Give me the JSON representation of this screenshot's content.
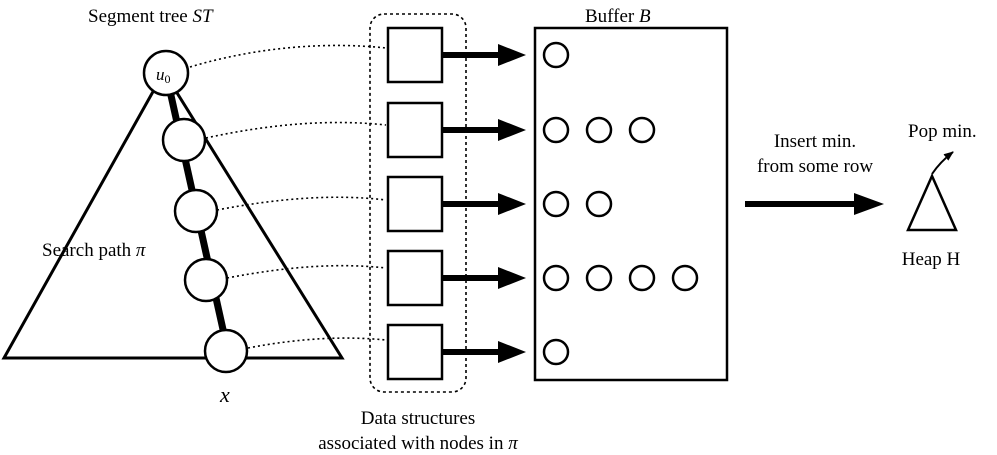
{
  "colors": {
    "stroke": "#000000",
    "background": "#ffffff"
  },
  "segment_tree": {
    "title_prefix": "Segment tree ",
    "title_symbol": "ST",
    "root_label": "u",
    "root_subscript": "0",
    "search_path_prefix": "Search path ",
    "search_path_symbol": "π",
    "leaf_label": "x",
    "path_node_count": 5
  },
  "data_structures": {
    "label_line1": "Data structures",
    "label_line2_prefix": "associated with nodes in ",
    "label_line2_symbol": "π",
    "box_count": 5
  },
  "buffer": {
    "title_prefix": "Buffer ",
    "title_symbol": "B",
    "row_counts": [
      1,
      3,
      2,
      4,
      1
    ]
  },
  "insert_arrow": {
    "label_line1": "Insert min.",
    "label_line2": "from some row"
  },
  "heap": {
    "label": "Heap H",
    "pop_label": "Pop min."
  }
}
